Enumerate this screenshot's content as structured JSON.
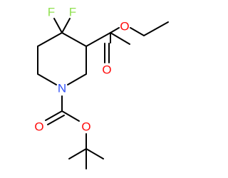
{
  "structure": {
    "atoms": {
      "fluorine_1": {
        "symbol": "F",
        "color": "#90e050"
      },
      "fluorine_2": {
        "symbol": "F",
        "color": "#90e050"
      },
      "ring_nitrogen": {
        "symbol": "N",
        "color": "#3050f8"
      },
      "ester_carbonyl_oxygen": {
        "symbol": "O",
        "color": "#ff0d0d"
      },
      "ester_ether_oxygen": {
        "symbol": "O",
        "color": "#ff0d0d"
      },
      "boc_carbonyl_oxygen": {
        "symbol": "O",
        "color": "#ff0d0d"
      },
      "boc_ether_oxygen": {
        "symbol": "O",
        "color": "#ff0d0d"
      }
    },
    "bond_color": "#000000"
  }
}
